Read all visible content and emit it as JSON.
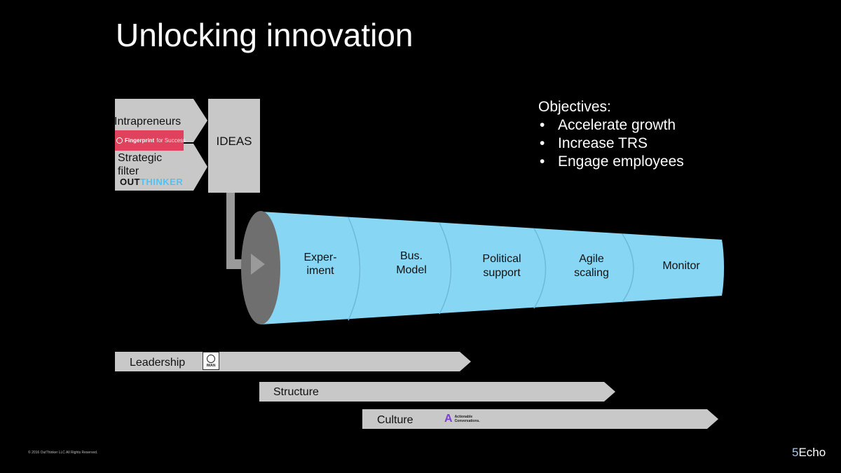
{
  "slide": {
    "title": "Unlocking innovation",
    "copyright": "© 2016 OutThinker LLC All Rights Reserved.",
    "brand_prefix": "5",
    "brand_name": "Echo"
  },
  "inputs": {
    "intrapreneurs": "Intrapreneurs",
    "strategic_filter_line1": "Strategic",
    "strategic_filter_line2": "filter",
    "ideas": "IDEAS"
  },
  "logos": {
    "fingerprint_bold": "Fingerprint",
    "fingerprint_light": "for Success",
    "outthinker_part1": "OUT",
    "outthinker_part2": "THINKER",
    "iwan": "IWAN",
    "actionable_mark": "A",
    "actionable_text": "Actionable Conversations."
  },
  "objectives": {
    "heading": "Objectives:",
    "items": [
      "Accelerate growth",
      "Increase TRS",
      "Engage employees"
    ]
  },
  "funnel": {
    "stages": [
      {
        "line1": "Exper-",
        "line2": "iment"
      },
      {
        "line1": "Bus.",
        "line2": "Model"
      },
      {
        "line1": "Political",
        "line2": "support"
      },
      {
        "line1": "Agile",
        "line2": "scaling"
      },
      {
        "line1": "Monitor",
        "line2": ""
      }
    ]
  },
  "enablers": {
    "leadership": "Leadership",
    "structure": "Structure",
    "culture": "Culture"
  },
  "colors": {
    "background": "#000000",
    "funnel_fill": "#87d7f4",
    "funnel_stroke": "#6fb9d6",
    "funnel_mouth": "#6f6f6f",
    "box_fill": "#c8c8c8",
    "fingerprint_red": "#e0415d",
    "outthinker_blue": "#4fc3f7",
    "actionable_purple": "#7b3fd6"
  }
}
